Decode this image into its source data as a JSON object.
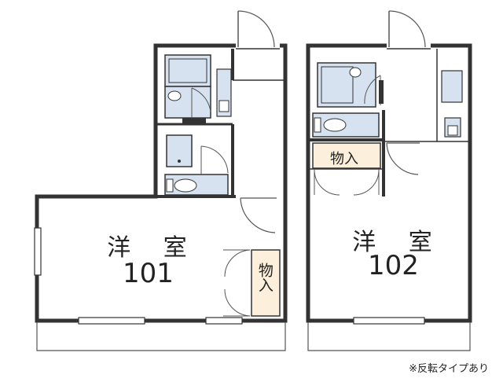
{
  "units": [
    {
      "room_label": "洋 室",
      "room_number": "101",
      "closet_label": "物入"
    },
    {
      "room_label": "洋 室",
      "room_number": "102",
      "closet_label": "物入"
    }
  ],
  "footnote": "※反転タイプあり",
  "colors": {
    "wall": "#333333",
    "fixture_fill": "#d6e2ef",
    "closet_fill": "#fcf0dc",
    "door": "#555555"
  },
  "icons": [
    "door-swing-icon",
    "toilet-icon",
    "sink-icon",
    "bathtub-icon",
    "washer-icon",
    "window-icon"
  ]
}
